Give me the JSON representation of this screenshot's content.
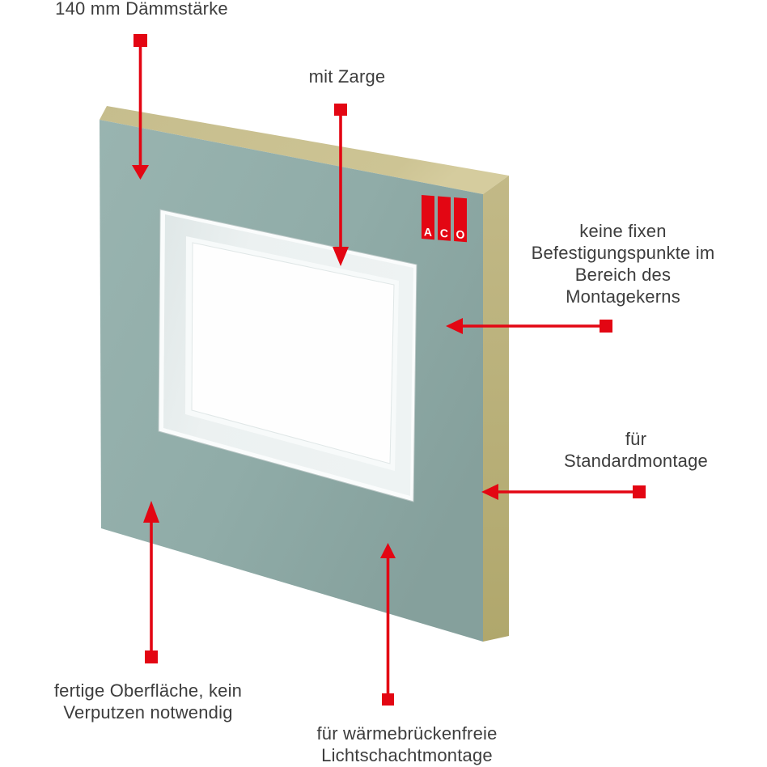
{
  "illustration": {
    "description": "insulated light-well mounting panel with window frame (Zarge), 3D perspective view",
    "colors": {
      "accent_red": "#e30613",
      "panel_front": "#96b2ae",
      "panel_front_dark": "#86a19d",
      "panel_top": "#cbc292",
      "panel_side": "#bcb37e",
      "frame_white": "#fafcfc",
      "frame_face": "#e9efef",
      "glass_white": "#fefefe",
      "text_color": "#3d3d3d",
      "background": "#ffffff"
    }
  },
  "logo": {
    "brand": "ACO",
    "letters": [
      "A",
      "C",
      "O"
    ]
  },
  "labels": {
    "daemmstaerke": {
      "lines": [
        "140 mm Dämmstärke"
      ]
    },
    "zarge": {
      "lines": [
        "mit Zarge"
      ]
    },
    "befestigung": {
      "lines": [
        "keine fixen",
        "Befestigungspunkte im",
        "Bereich des",
        "Montagekerns"
      ]
    },
    "standard": {
      "lines": [
        "für",
        "Standardmontage"
      ]
    },
    "oberflaeche": {
      "lines": [
        "fertige Oberfläche, kein",
        "Verputzen notwendig"
      ]
    },
    "lichtschacht": {
      "lines": [
        "für wärmebrückenfreie",
        "Lichtschachtmontage"
      ]
    }
  }
}
